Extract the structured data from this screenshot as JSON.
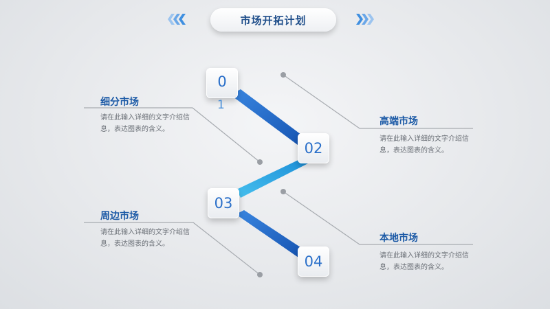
{
  "title": "市场开拓计划",
  "steps": [
    {
      "number": "0",
      "number_wrap": "1"
    },
    {
      "number": "02"
    },
    {
      "number": "03"
    },
    {
      "number": "04"
    }
  ],
  "items": [
    {
      "heading": "细分市场",
      "desc": "请在此输入详细的文字介绍信息，表达图表的含义。"
    },
    {
      "heading": "高端市场",
      "desc": "请在此输入详细的文字介绍信息，表达图表的含义。"
    },
    {
      "heading": "周边市场",
      "desc": "请在此输入详细的文字介绍信息，表达图表的含义。"
    },
    {
      "heading": "本地市场",
      "desc": "请在此输入详细的文字介绍信息，表达图表的含义。"
    }
  ],
  "colors": {
    "accent": "#1c5aa6",
    "connector_dark": "#1f63c6",
    "connector_light": "#2ea7e0",
    "chevron": "#3f8fe0"
  }
}
